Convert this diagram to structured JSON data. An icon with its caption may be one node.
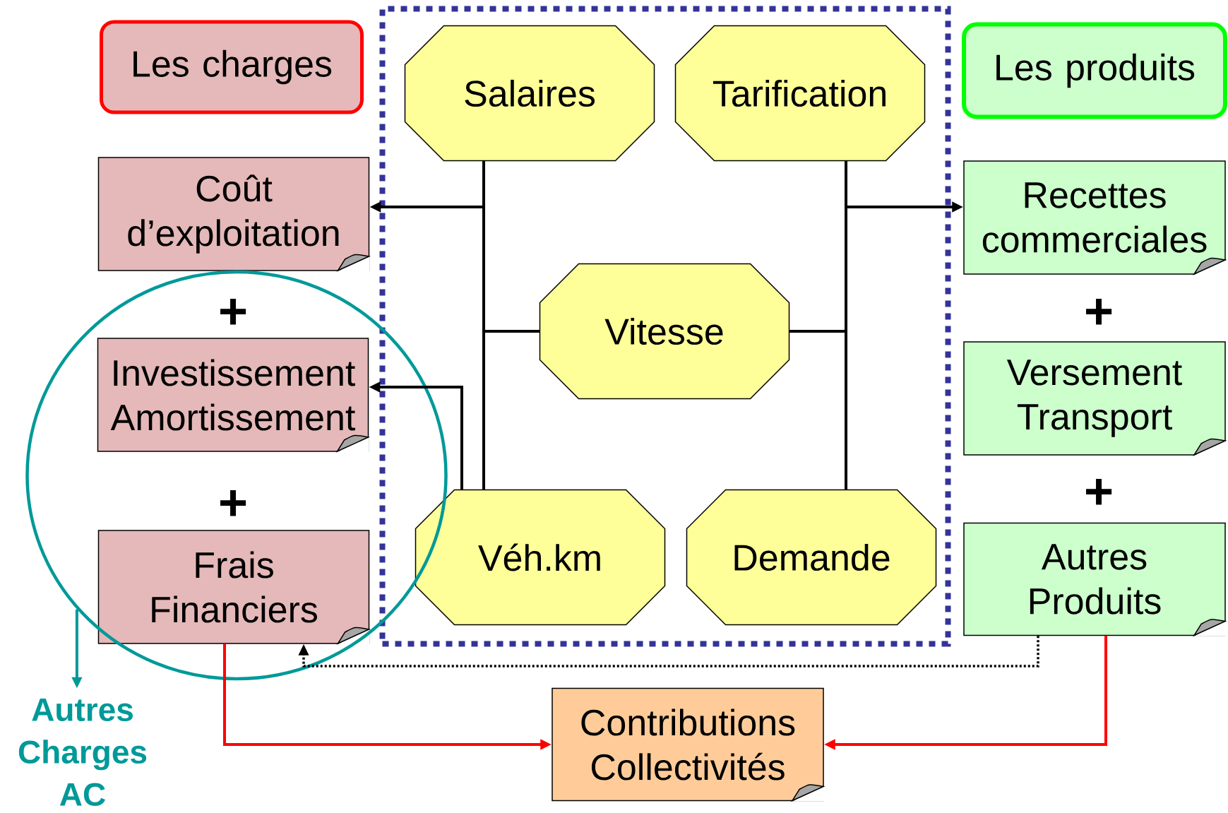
{
  "diagram": {
    "nodes": [
      {
        "text": [
          "Les charges"
        ]
      },
      {
        "text": [],
        "shape": "box"
      },
      {
        "text": [
          "Salaires"
        ],
        "in": 1
      },
      {
        "text": [
          "Tarification"
        ],
        "in": 1
      },
      {
        "text": [
          "Les produits"
        ]
      },
      {
        "text": [
          "Coût d’exploitation"
        ]
      },
      {
        "text": [
          "Recettes commerciales"
        ]
      },
      {
        "text": [
          "Vitesse"
        ],
        "in": 1
      },
      {
        "text": [],
        "shape": "circle"
      },
      {
        "text": [
          "Investissement Amortissement"
        ],
        "in": 8
      },
      {
        "text": [
          "Versement Transport"
        ]
      },
      {
        "text": [
          "Véh.km"
        ],
        "in": 1
      },
      {
        "text": [
          "Demande"
        ],
        "in": 1
      },
      {
        "text": [
          "Frais Financiers"
        ],
        "in": 8
      },
      {
        "text": [
          "Autres Produits"
        ]
      },
      {
        "text": [
          "Autres Charges AC"
        ]
      },
      {
        "text": [
          "Contributions Collectivités"
        ]
      }
    ],
    "edges": [
      {
        "from": 2,
        "to": 11,
        "arrow": "none"
      },
      {
        "from": 2,
        "to": 5,
        "arrow": "to"
      },
      {
        "from": 7,
        "to": 11,
        "arrow": "none"
      },
      {
        "from": 11,
        "to": 9,
        "arrow": "to"
      },
      {
        "from": 3,
        "to": 12,
        "arrow": "none"
      },
      {
        "from": 3,
        "to": 6,
        "arrow": "to"
      },
      {
        "from": 7,
        "to": 12,
        "arrow": "none"
      },
      {
        "from": 14,
        "to": 13,
        "arrow": "to",
        "style": "dashed"
      },
      {
        "from": 13,
        "to": 16,
        "arrow": "to",
        "color": "#ff0000"
      },
      {
        "from": 14,
        "to": 16,
        "arrow": "to",
        "color": "#ff0000"
      },
      {
        "from": 8,
        "to": 15,
        "arrow": "to",
        "color": "#009999"
      }
    ],
    "labels": [
      "+",
      "+",
      "+",
      "+"
    ]
  }
}
